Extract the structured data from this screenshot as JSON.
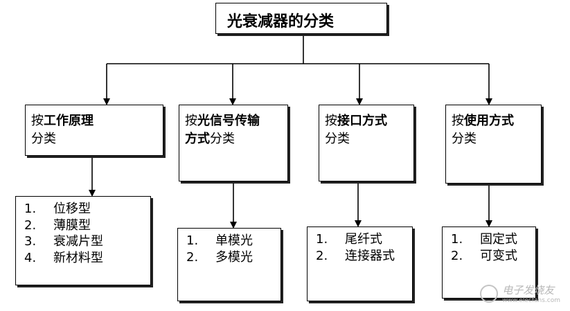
{
  "root": {
    "title": "光衰减器的分类"
  },
  "categories": [
    {
      "bold": "工作原理",
      "pre": "按",
      "post": "",
      "line2_bold": "",
      "line2": "分类",
      "items": [
        "位移型",
        "薄膜型",
        "衰减片型",
        "新材料型"
      ]
    },
    {
      "bold": "光信号传输",
      "pre": "按",
      "post": "",
      "line2_bold": "方式",
      "line2": "分类",
      "items": [
        "单模光",
        "多模光"
      ]
    },
    {
      "bold": "接口方式",
      "pre": "按",
      "post": "",
      "line2_bold": "",
      "line2": "分类",
      "items": [
        "尾纤式",
        "连接器式"
      ]
    },
    {
      "bold": "使用方式",
      "pre": "按",
      "post": "",
      "line2_bold": "",
      "line2": "分类",
      "items": [
        "固定式",
        "可变式"
      ]
    }
  ],
  "numbering": [
    "1.",
    "2.",
    "3.",
    "4."
  ],
  "watermark": {
    "text": "电子发烧友",
    "url": "www.elecfans.com"
  }
}
